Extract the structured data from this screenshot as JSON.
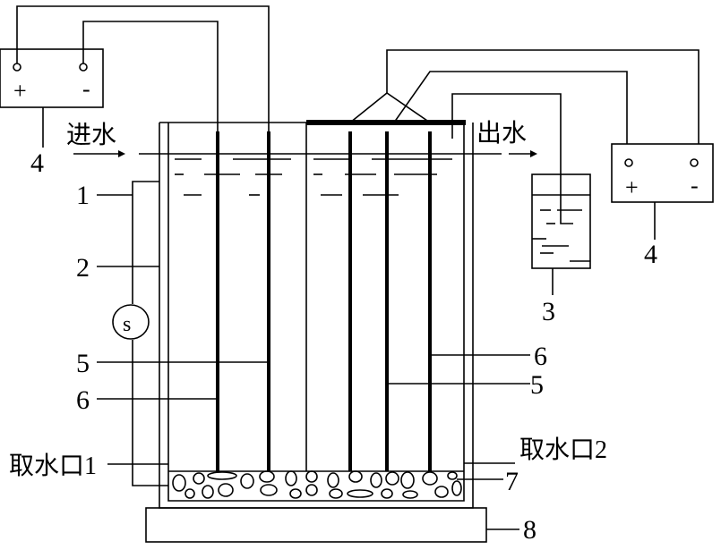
{
  "labels": {
    "power_left": "4",
    "power_right": "4",
    "plus": "+",
    "minus": "-",
    "inlet": "进水",
    "outlet": "出水",
    "n1": "1",
    "n2": "2",
    "n3": "3",
    "n5_left": "5",
    "n6_left": "6",
    "n5_right": "5",
    "n6_right": "6",
    "n7": "7",
    "n8": "8",
    "sample_port_1": "取水口1",
    "sample_port_2": "取水口2",
    "switch": "S"
  }
}
